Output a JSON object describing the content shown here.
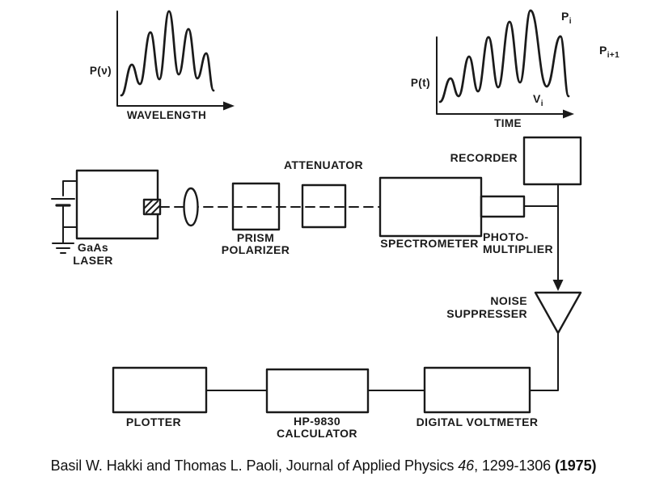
{
  "colors": {
    "ink": "#1a1a1a",
    "background": "#ffffff"
  },
  "insets": {
    "spectrum": {
      "y_axis_label": "P(ν)",
      "x_axis_label": "WAVELENGTH"
    },
    "time": {
      "y_axis_label": "P(t)",
      "x_axis_label": "TIME",
      "peak_label_base": "P",
      "peak_label_sub": "i",
      "next_peak_label_base": "P",
      "next_peak_label_sub": "i+1",
      "valley_label_base": "V",
      "valley_label_sub": "i"
    }
  },
  "curves": {
    "spectrum": [
      [
        150,
        118
      ],
      [
        163,
        80
      ],
      [
        173,
        104
      ],
      [
        186,
        40
      ],
      [
        197,
        98
      ],
      [
        209,
        14
      ],
      [
        221,
        92
      ],
      [
        233,
        36
      ],
      [
        244,
        97
      ],
      [
        255,
        66
      ],
      [
        264,
        112
      ]
    ],
    "time": [
      [
        544,
        126
      ],
      [
        557,
        97
      ],
      [
        567,
        119
      ],
      [
        580,
        70
      ],
      [
        591,
        113
      ],
      [
        604,
        46
      ],
      [
        616,
        108
      ],
      [
        630,
        27
      ],
      [
        643,
        102
      ],
      [
        656,
        13
      ],
      [
        676,
        107
      ],
      [
        693,
        45
      ],
      [
        703,
        119
      ]
    ]
  },
  "blocks": {
    "laser_line1": "GaAs",
    "laser_line2": "LASER",
    "prism_line1": "PRISM",
    "prism_line2": "POLARIZER",
    "attenuator": "ATTENUATOR",
    "spectrometer": "SPECTROMETER",
    "photomultiplier_line1": "PHOTO-",
    "photomultiplier_line2": "MULTIPLIER",
    "recorder": "RECORDER",
    "noise_line1": "NOISE",
    "noise_line2": "SUPPRESSER",
    "voltmeter": "DIGITAL VOLTMETER",
    "calculator_line1": "HP-9830",
    "calculator_line2": "CALCULATOR",
    "plotter": "PLOTTER"
  },
  "citation": {
    "prefix": "Basil W. Hakki and Thomas L. Paoli, Journal of Applied Physics ",
    "volume": "46",
    "middle": ", 1299-1306 ",
    "year": "(1975)"
  }
}
